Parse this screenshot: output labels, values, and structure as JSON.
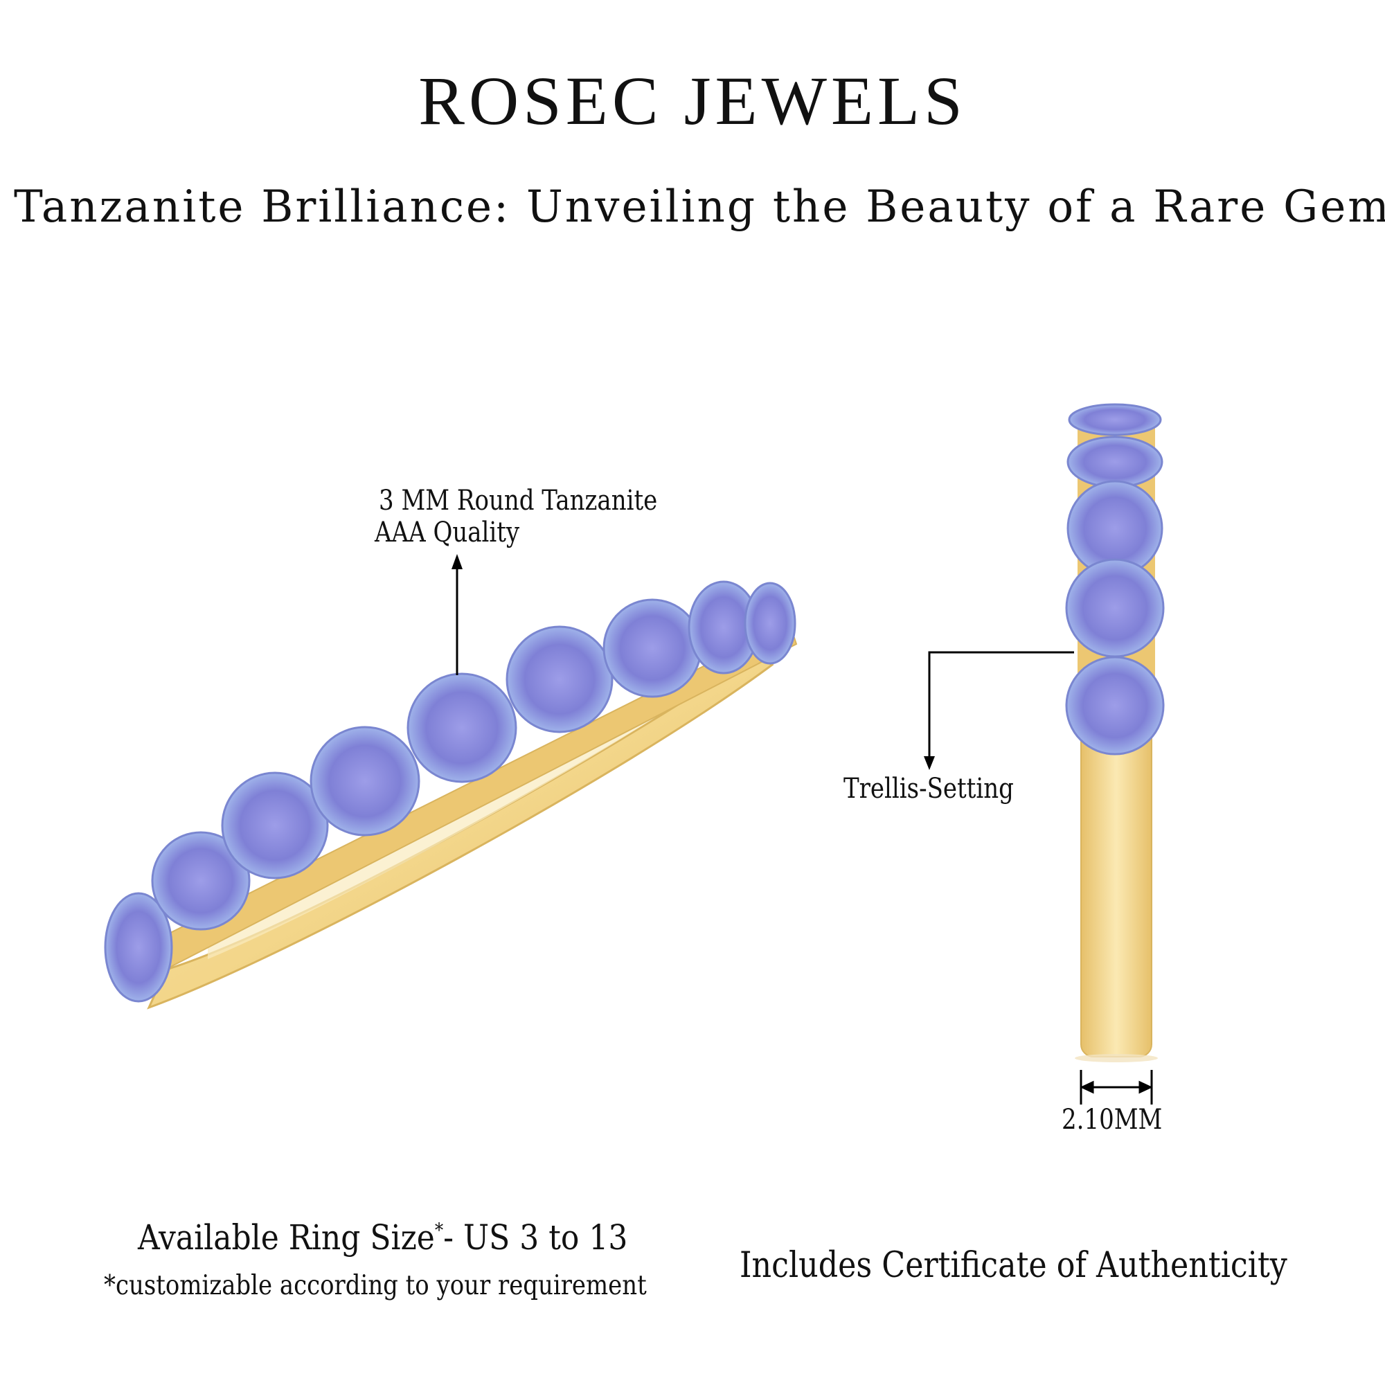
{
  "header": {
    "brand": "ROSEC JEWELS",
    "subtitle": "Tanzanite Brilliance: Unveiling the Beauty of a Rare Gem"
  },
  "annotations": {
    "stone_line1": "3 MM Round Tanzanite",
    "stone_line2": "AAA Quality",
    "setting": "Trellis-Setting",
    "band_width": "2.10MM"
  },
  "footer": {
    "ring_size_label": "Available Ring Size",
    "ring_size_asterisk": "*",
    "ring_size_value": "- US 3 to 13",
    "custom_note": "*customizable according to your requirement",
    "certificate": "Includes Certificate of Authenticity"
  },
  "colors": {
    "gold": "#f3d88f",
    "gold_dark": "#d9b45e",
    "stone": "#8a8ee0",
    "stone_dark": "#5f5fc0"
  }
}
